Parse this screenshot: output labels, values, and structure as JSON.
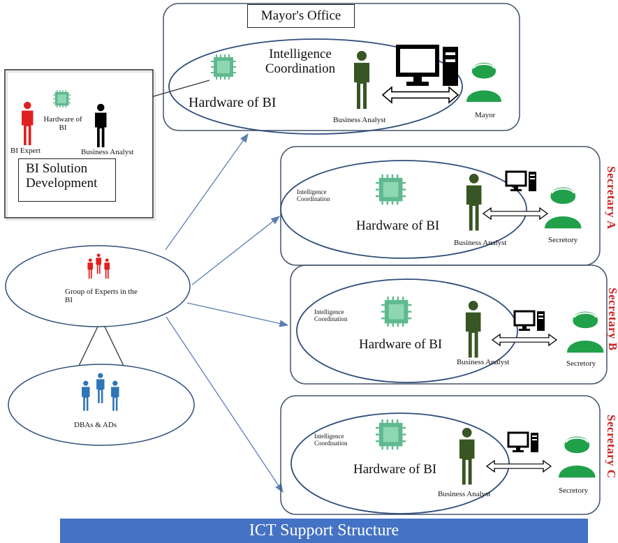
{
  "mayor_office": {
    "title": "Mayor's Office",
    "intelligence_label": "Intelligence Coordination",
    "hardware_label": "Hardware of BI",
    "analyst_label": "Business Analyst",
    "mayor_label": "Mayor"
  },
  "solution_dev": {
    "hardware_label": "Hardware of BI",
    "expert_label": "BI Expert",
    "analyst_label": "Business Analyst",
    "title": "BI Solution Development"
  },
  "experts_group": {
    "label": "Group of Experts in the BI"
  },
  "dba_group": {
    "label": "DBAs & ADs"
  },
  "secretaries": [
    {
      "title": "Secretary A",
      "intelligence_label": "Intelligence Coordination",
      "hardware_label": "Hardware of BI",
      "analyst_label": "Business Analyst",
      "secretary_label": "Secretory"
    },
    {
      "title": "Secretary B",
      "intelligence_label": "Intelligence Coordination",
      "hardware_label": "Hardware of BI",
      "analyst_label": "Business Analyst",
      "secretary_label": "Secretory"
    },
    {
      "title": "Secretary C",
      "intelligence_label": "Intelligence Coordination",
      "hardware_label": "Hardware of BI",
      "analyst_label": "Business Analyst",
      "secretary_label": "Secretory"
    }
  ],
  "footer": {
    "title": "ICT Support Structure"
  },
  "colors": {
    "line": "#5b7fb3",
    "analyst": "#375623",
    "chip": "#5fb98e",
    "user": "#21a04a",
    "expert": "#e02020",
    "dba": "#2e75b6",
    "accent_red": "#cc2222",
    "footer": "#4472c4"
  }
}
